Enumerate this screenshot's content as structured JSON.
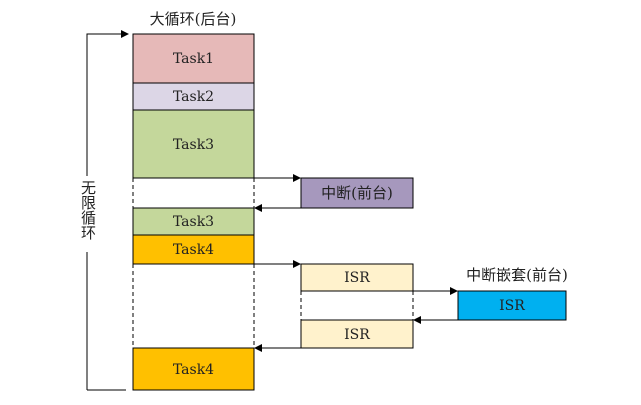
{
  "background_label": "大循环(后台)",
  "loop_label": "无限循环",
  "interrupt_label": "中断(前台)",
  "nested_label": "中断嵌套(前台)",
  "tasks": [
    "Task1",
    "Task2",
    "Task3",
    "Task3",
    "Task4",
    "Task4"
  ],
  "isr": [
    "ISR",
    "ISR",
    "ISR"
  ],
  "colors": {
    "task1": "#e6b9b8",
    "task2": "#dcd6e6",
    "task3": "#c4d79b",
    "task4": "#ffc000",
    "interrupt": "#a698bd",
    "isr": "#fff2cc",
    "nested_isr": "#00b0f0"
  }
}
